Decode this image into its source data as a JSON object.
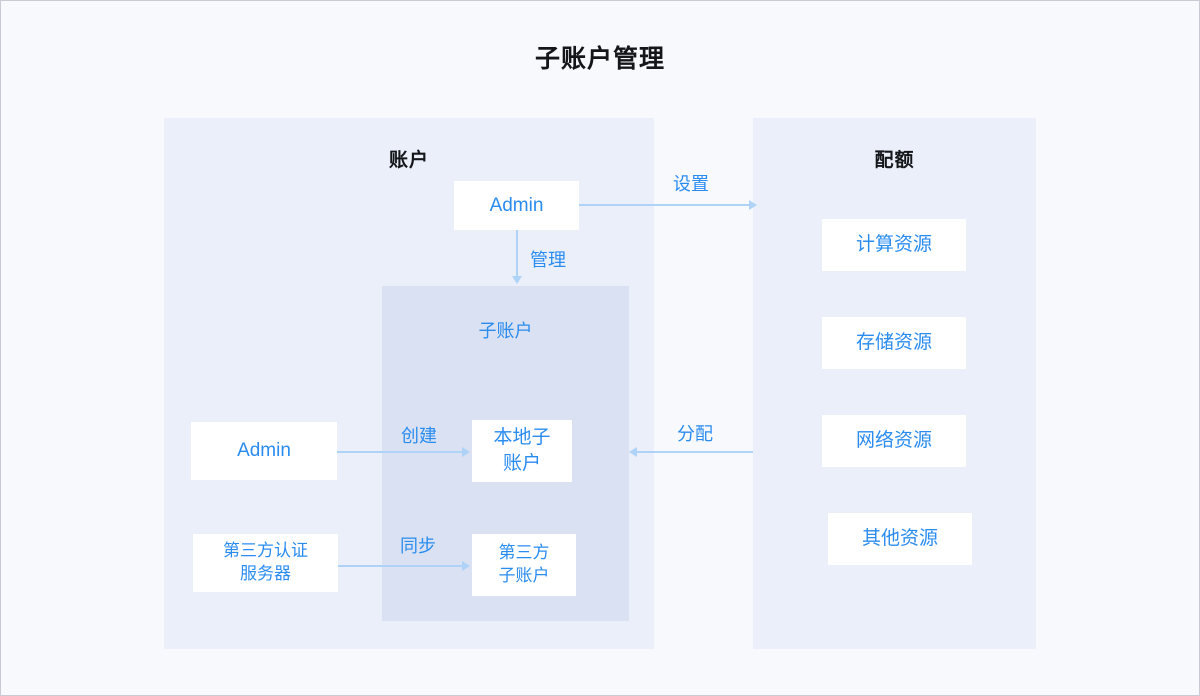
{
  "page": {
    "title": "子账户管理",
    "background": "#f8f9fd",
    "accent": "#2b8cf0",
    "panel_fill": "#eaeff9",
    "subpanel_fill": "#d9e1f2",
    "arrow_color": "#aed3f7",
    "node_fill": "#ffffff"
  },
  "panels": [
    {
      "id": "account",
      "heading": "账户"
    },
    {
      "id": "quota",
      "heading": "配额"
    }
  ],
  "subpanel": {
    "label": "子账户"
  },
  "nodes": {
    "admin_top": "Admin",
    "admin_left": "Admin",
    "auth_server": "第三方认证\n服务器",
    "auth_server_line1": "第三方认证",
    "auth_server_line2": "服务器",
    "local_sub": "本地子\n账户",
    "local_sub_line1": "本地子",
    "local_sub_line2": "账户",
    "third_sub": "第三方\n子账户",
    "third_sub_line1": "第三方",
    "third_sub_line2": "子账户"
  },
  "quota_items": [
    {
      "label": "计算资源"
    },
    {
      "label": "存储资源"
    },
    {
      "label": "网络资源"
    },
    {
      "label": "其他资源"
    }
  ],
  "arrows": [
    {
      "id": "setup",
      "label": "设置",
      "direction": "right",
      "from": "admin_top",
      "to": "quota_panel"
    },
    {
      "id": "manage",
      "label": "管理",
      "direction": "down",
      "from": "admin_top",
      "to": "subpanel"
    },
    {
      "id": "create",
      "label": "创建",
      "direction": "right",
      "from": "admin_left",
      "to": "local_sub"
    },
    {
      "id": "sync",
      "label": "同步",
      "direction": "right",
      "from": "auth_server",
      "to": "third_sub"
    },
    {
      "id": "assign",
      "label": "分配",
      "direction": "left",
      "from": "quota_panel",
      "to": "local_sub"
    }
  ]
}
